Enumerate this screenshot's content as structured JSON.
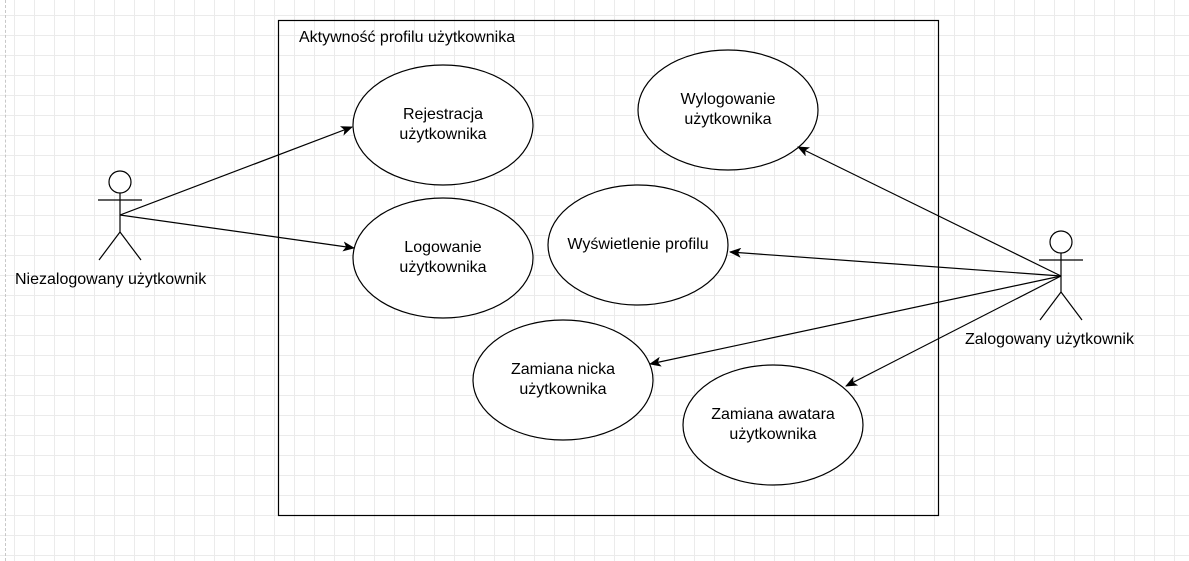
{
  "system": {
    "title": "Aktywność profilu użytkownika"
  },
  "actors": {
    "guest": {
      "label": "Niezalogowany użytkownik"
    },
    "user": {
      "label": "Zalogowany użytkownik"
    }
  },
  "use_cases": {
    "register": "Rejestracja\nużytkownika",
    "login": "Logowanie\nużytkownika",
    "logout": "Wylogowanie\nużytkownika",
    "view_profile": "Wyświetlenie profilu",
    "change_nick": "Zamiana nicka\nużytkownika",
    "change_avatar": "Zamiana awatara\nużytkownika"
  },
  "associations": [
    {
      "from": "guest",
      "to": "register"
    },
    {
      "from": "guest",
      "to": "login"
    },
    {
      "from": "user",
      "to": "logout"
    },
    {
      "from": "user",
      "to": "view_profile"
    },
    {
      "from": "user",
      "to": "change_nick"
    },
    {
      "from": "user",
      "to": "change_avatar"
    }
  ],
  "colors": {
    "stroke": "#000000",
    "fill": "#ffffff",
    "grid": "#ebebeb"
  }
}
